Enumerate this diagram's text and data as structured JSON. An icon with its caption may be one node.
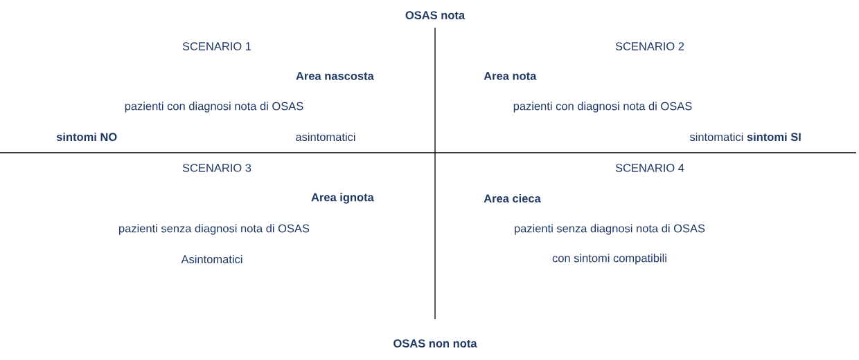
{
  "diagram": {
    "labels": [
      "OSAS nota",
      "SCENARIO 1",
      "SCENARIO 2",
      "Area nascosta",
      "Area nota",
      "pazienti con diagnosi nota di OSAS",
      "pazienti con diagnosi nota di OSAS",
      "sintomi NO",
      "asintomatici",
      "sintomatici **sintomi SI**",
      "SCENARIO 3",
      "SCENARIO 4",
      "Area ignota",
      "Area cieca",
      "pazienti senza diagnosi nota di OSAS",
      "pazienti senza diagnosi nota di OSAS",
      "Asintomatici",
      "con sintomi compatibili",
      "OSAS non nota"
    ]
  }
}
